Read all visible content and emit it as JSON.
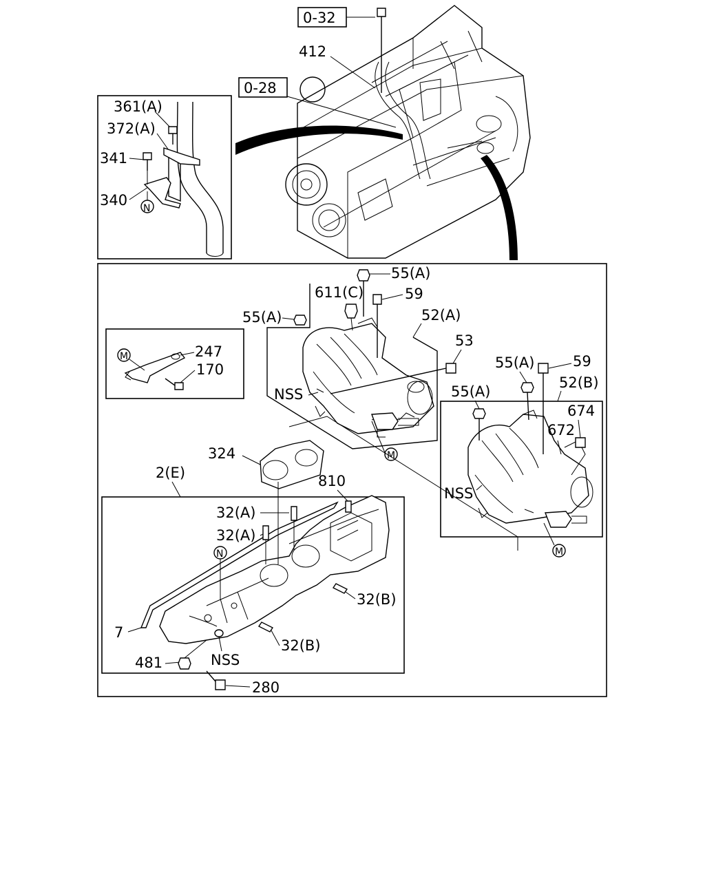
{
  "callouts": {
    "ref_0_32": "0-32",
    "ref_0_28": "0-28",
    "p412": "412",
    "p361a": "361(A)",
    "p372a": "372(A)",
    "p341": "341",
    "p340": "340",
    "n_marker_inset": "N",
    "p55a_top": "55(A)",
    "p611c": "611(C)",
    "p59_top": "59",
    "p55a_left": "55(A)",
    "p52a": "52(A)",
    "p53": "53",
    "p247": "247",
    "p170": "170",
    "m_marker_inset": "M",
    "nss_upper": "NSS",
    "p55a_right": "55(A)",
    "p59_right": "59",
    "p52b": "52(B)",
    "p55a_right2": "55(A)",
    "p674": "674",
    "p672": "672",
    "m_marker_mid": "M",
    "nss_right": "NSS",
    "m_marker_right": "M",
    "p324": "324",
    "p2e": "2(E)",
    "p810": "810",
    "p32a_1": "32(A)",
    "p32a_2": "32(A)",
    "n_marker_lower": "N",
    "p32b_1": "32(B)",
    "p7": "7",
    "p32b_2": "32(B)",
    "p481": "481",
    "nss_lower": "NSS",
    "p280": "280"
  }
}
